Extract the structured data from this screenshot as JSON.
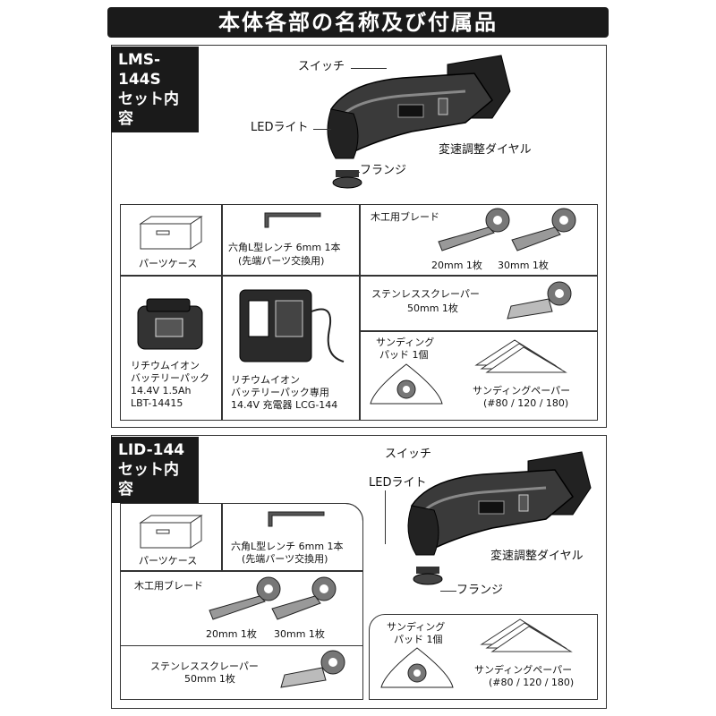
{
  "header": {
    "title": "本体各部の名称及び付属品"
  },
  "lms": {
    "tag_line1": "LMS-144S",
    "tag_line2": "セット内容",
    "parts": {
      "switch": "スイッチ",
      "led": "LEDライト",
      "dial": "変速調整ダイヤル",
      "flange": "フランジ"
    },
    "items": {
      "case": "パーツケース",
      "wrench_l1": "六角L型レンチ 6mm 1本",
      "wrench_l2": "(先端パーツ交換用)",
      "wood_blade": "木工用ブレード",
      "blade_20": "20mm 1枚",
      "blade_30": "30mm 1枚",
      "scraper_l1": "ステンレススクレーパー",
      "scraper_l2": "50mm 1枚",
      "battery_l1": "リチウムイオン",
      "battery_l2": "バッテリーパック",
      "battery_l3": "14.4V 1.5Ah",
      "battery_l4": "LBT-14415",
      "charger_l1": "リチウムイオン",
      "charger_l2": "バッテリーパック専用",
      "charger_l3": "14.4V 充電器 LCG-144",
      "pad_l1": "サンディング",
      "pad_l2": "パッド 1個",
      "paper_l1": "サンディングペーパー",
      "paper_l2": "(#80 / 120 / 180)"
    }
  },
  "lid": {
    "tag_line1": "LID-144",
    "tag_line2": "セット内容",
    "parts": {
      "switch": "スイッチ",
      "led": "LEDライト",
      "dial": "変速調整ダイヤル",
      "flange": "フランジ"
    },
    "items": {
      "case": "パーツケース",
      "wrench_l1": "六角L型レンチ 6mm 1本",
      "wrench_l2": "(先端パーツ交換用)",
      "wood_blade": "木工用ブレード",
      "blade_20": "20mm 1枚",
      "blade_30": "30mm 1枚",
      "scraper_l1": "ステンレススクレーパー",
      "scraper_l2": "50mm 1枚",
      "pad_l1": "サンディング",
      "pad_l2": "パッド 1個",
      "paper_l1": "サンディングペーパー",
      "paper_l2": "(#80 / 120 / 180)"
    }
  }
}
